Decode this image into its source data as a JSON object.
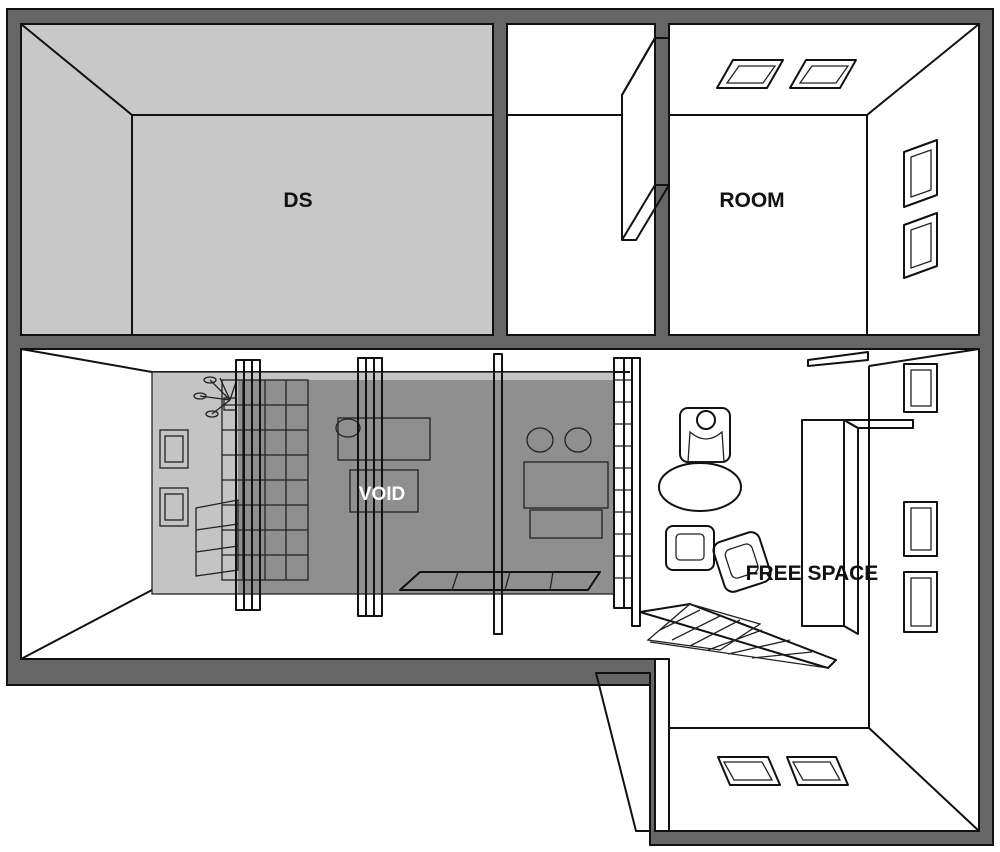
{
  "rooms": {
    "ds": {
      "label": "DS",
      "fill": "#c8c8c8"
    },
    "room": {
      "label": "ROOM",
      "fill": "#ffffff"
    },
    "void": {
      "label": "VOID",
      "fill": "#8f8f8f"
    },
    "free_space": {
      "label": "FREE SPACE",
      "fill": "#ffffff"
    }
  },
  "colors": {
    "wall": "#666666",
    "outline": "#111111",
    "void_band": "#c4c4c4",
    "void_core": "#8f8f8f"
  },
  "icons": [
    "skylight-icon",
    "window-icon",
    "plant-icon",
    "person-seated-icon",
    "armchair-icon",
    "table-icon",
    "stair-icon"
  ]
}
